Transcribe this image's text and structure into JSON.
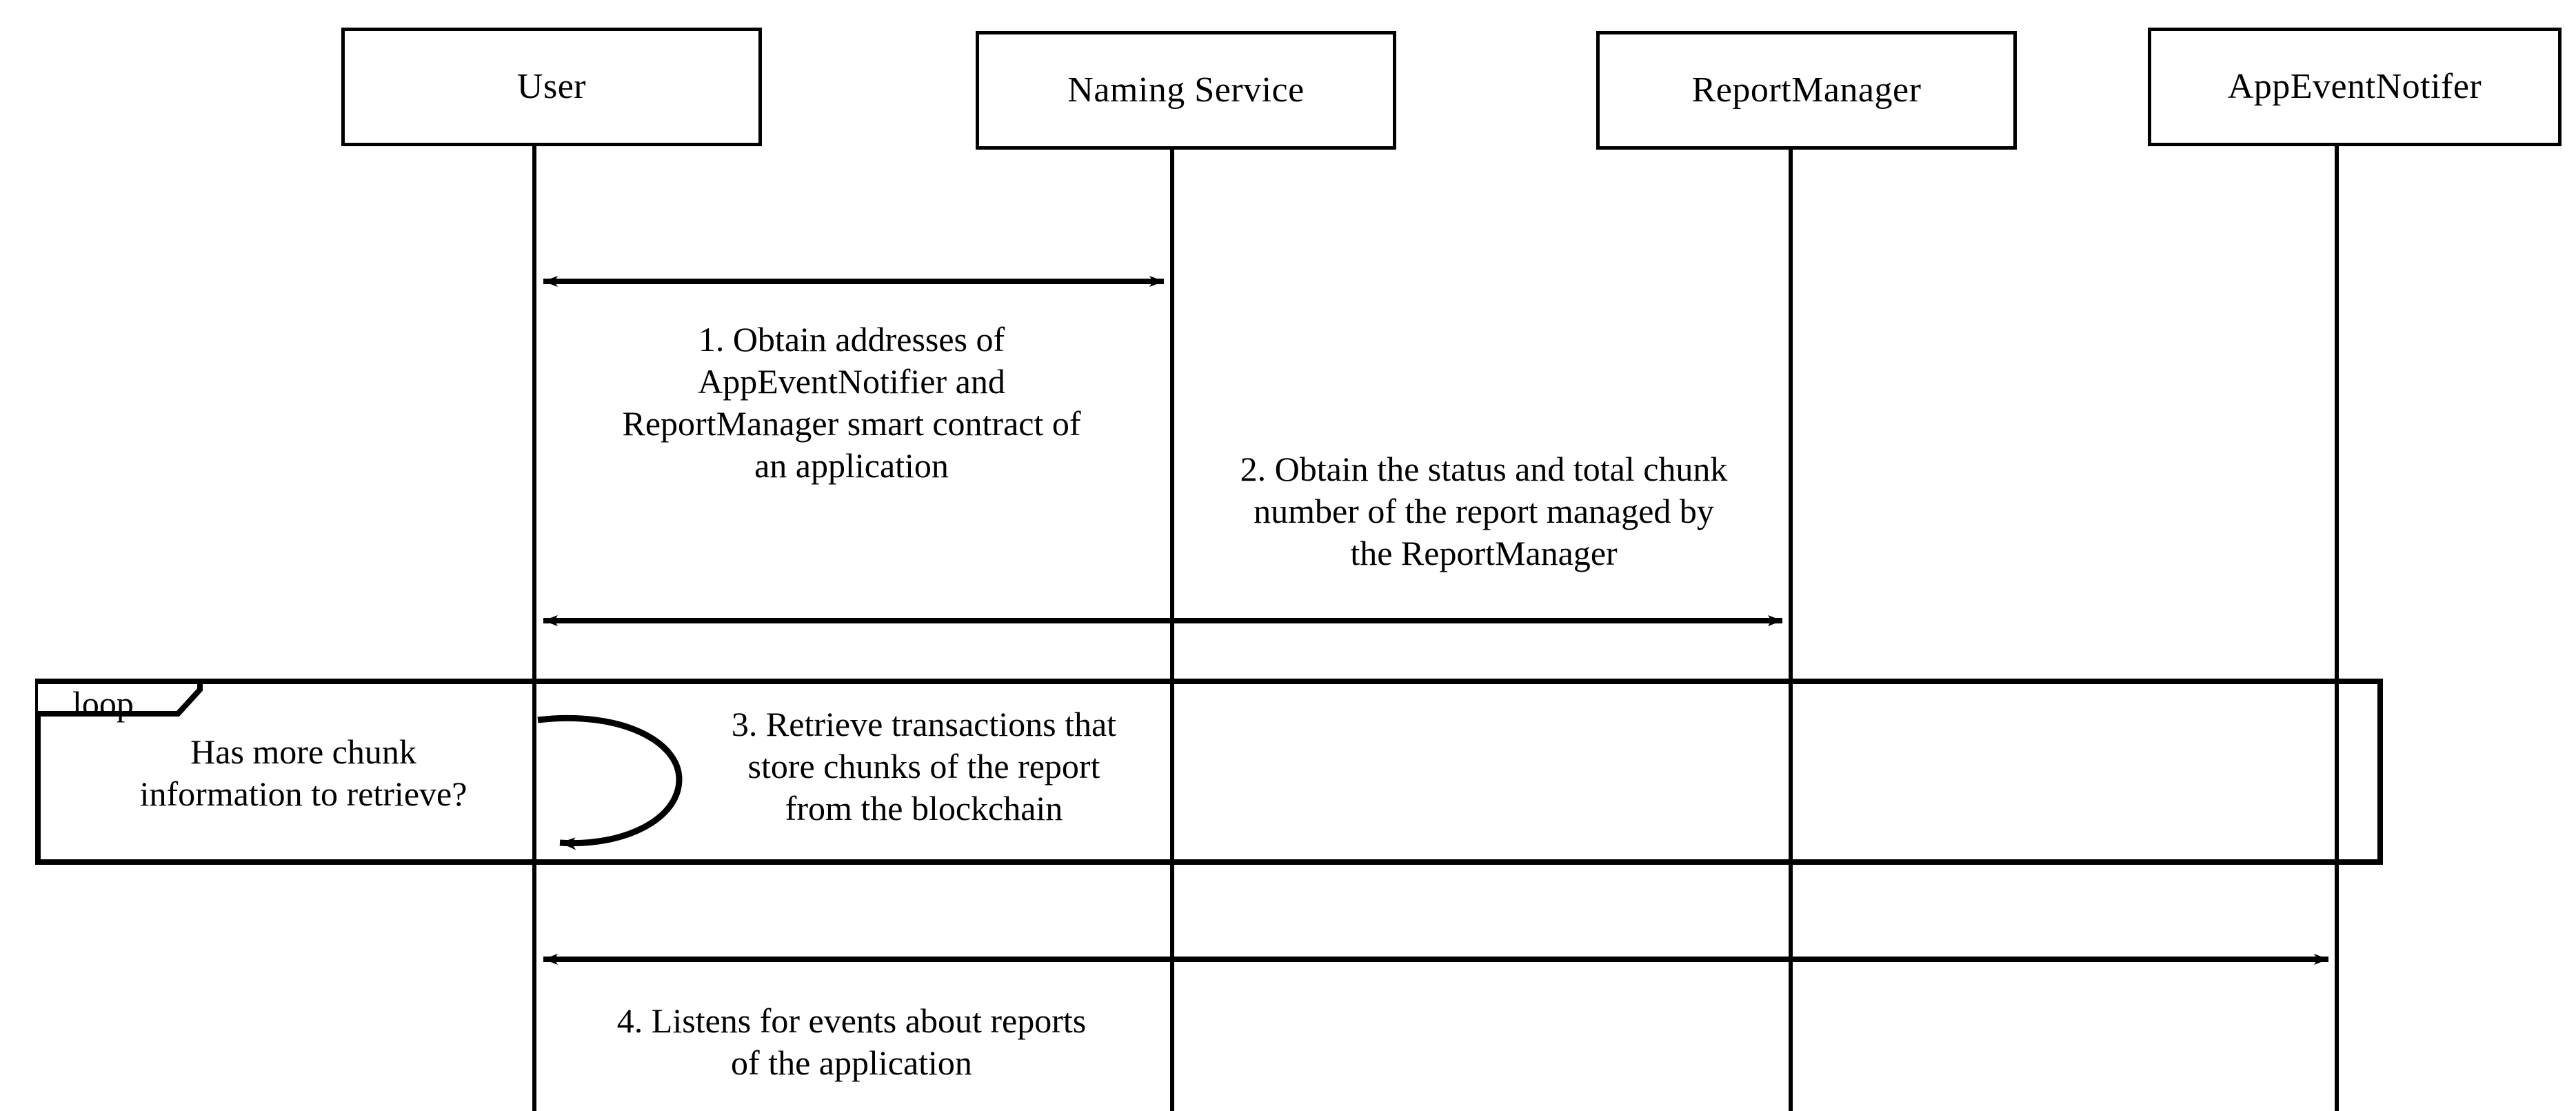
{
  "diagram": {
    "kind": "uml-sequence-diagram",
    "background_color": "#ffffff",
    "line_color": "#000000",
    "participants": [
      {
        "id": "user",
        "label": "User"
      },
      {
        "id": "naming-service",
        "label": "Naming Service"
      },
      {
        "id": "report-manager",
        "label": "ReportManager"
      },
      {
        "id": "app-event-notifer",
        "label": "AppEventNotifer"
      }
    ],
    "messages": [
      {
        "number": "1",
        "label": "1. Obtain addresses of\nAppEventNotifier and\nReportManager smart contract of\nan application",
        "from": "user",
        "to": "naming-service",
        "arrow": "bidirectional",
        "line": "solid"
      },
      {
        "number": "2",
        "label": "2. Obtain the status and total chunk\nnumber of the report managed by\nthe ReportManager",
        "from": "user",
        "to": "report-manager",
        "arrow": "bidirectional",
        "line": "solid"
      },
      {
        "number": "3",
        "label": "3. Retrieve transactions that\nstore chunks of the report\nfrom the blockchain",
        "from": "user",
        "to": "user",
        "arrow": "self-loop",
        "line": "solid"
      },
      {
        "number": "4",
        "label": "4. Listens for events about reports\nof the application",
        "from": "user",
        "to": "app-event-notifer",
        "arrow": "bidirectional",
        "line": "solid"
      }
    ],
    "fragment": {
      "operator": "loop",
      "guard": "Has more chunk\ninformation to retrieve?"
    }
  }
}
